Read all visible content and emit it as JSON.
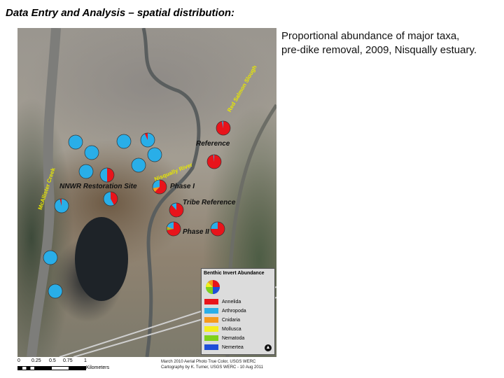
{
  "title": "Data Entry and Analysis – spatial distribution:",
  "caption": [
    "Proportional abundance of major taxa,",
    "pre-dike removal, 2009, Nisqually estuary."
  ],
  "map": {
    "site_labels": {
      "reference": "Reference",
      "nnwr": "NNWR Restoration Site",
      "phase1": "Phase I",
      "tribe": "Tribe Reference",
      "phase2": "Phase II"
    },
    "water_labels": {
      "mcallister": "McAllister Creek",
      "red_salmon": "Red Salmon Slough",
      "nisqually": "Nisqually River"
    },
    "colors": {
      "Annelida": "#e8141b",
      "Arthropoda": "#29aee8",
      "Cnidaria": "#f59a1c",
      "Mollusca": "#f5ee1e",
      "Nematoda": "#7fd11b",
      "Nemertea": "#1f4ed8"
    },
    "pies": [
      {
        "id": "r1",
        "slices": {
          "Arthropoda": 1
        }
      },
      {
        "id": "r2",
        "slices": {
          "Arthropoda": 1
        }
      },
      {
        "id": "r3",
        "slices": {
          "Arthropoda": 1
        }
      },
      {
        "id": "r4",
        "slices": {
          "Arthropoda": 0.93,
          "Annelida": 0.07
        }
      },
      {
        "id": "r5",
        "slices": {
          "Arthropoda": 1
        }
      },
      {
        "id": "r6",
        "slices": {
          "Arthropoda": 1
        }
      },
      {
        "id": "r7",
        "slices": {
          "Arthropoda": 1
        }
      },
      {
        "id": "r8",
        "slices": {
          "Annelida": 0.5,
          "Arthropoda": 0.5
        }
      },
      {
        "id": "r9",
        "slices": {
          "Annelida": 0.42,
          "Arthropoda": 0.58
        }
      },
      {
        "id": "r10",
        "slices": {
          "Arthropoda": 0.96,
          "Annelida": 0.04
        }
      },
      {
        "id": "ref1",
        "slices": {
          "Annelida": 0.97,
          "Arthropoda": 0.03
        }
      },
      {
        "id": "ref2",
        "slices": {
          "Annelida": 0.98,
          "Arthropoda": 0.02
        }
      },
      {
        "id": "p1",
        "slices": {
          "Annelida": 0.62,
          "Cnidaria": 0.1,
          "Arthropoda": 0.28
        }
      },
      {
        "id": "tr",
        "slices": {
          "Annelida": 0.88,
          "Arthropoda": 0.12
        }
      },
      {
        "id": "p2a",
        "slices": {
          "Annelida": 0.72,
          "Nematoda": 0.04,
          "Cnidaria": 0.04,
          "Arthropoda": 0.2
        }
      },
      {
        "id": "p2b",
        "slices": {
          "Annelida": 0.75,
          "Arthropoda": 0.25
        }
      },
      {
        "id": "r11",
        "slices": {
          "Arthropoda": 1
        }
      },
      {
        "id": "r12",
        "slices": {
          "Arthropoda": 1
        }
      }
    ],
    "legend": {
      "title": "Benthic Invert Abundance",
      "items": [
        "Annelida",
        "Arthropoda",
        "Cnidaria",
        "Mollusca",
        "Nematoda",
        "Nemertea"
      ]
    },
    "scale": {
      "ticks": [
        "0",
        "0.25",
        "0.5",
        "0.75",
        "1"
      ],
      "unit": "Kilometers"
    },
    "credits": [
      "March 2010 Aerial Photo True Color, USGS WERC",
      "Cartography by K. Turner, USGS WERC - 10 Aug 2011"
    ]
  }
}
